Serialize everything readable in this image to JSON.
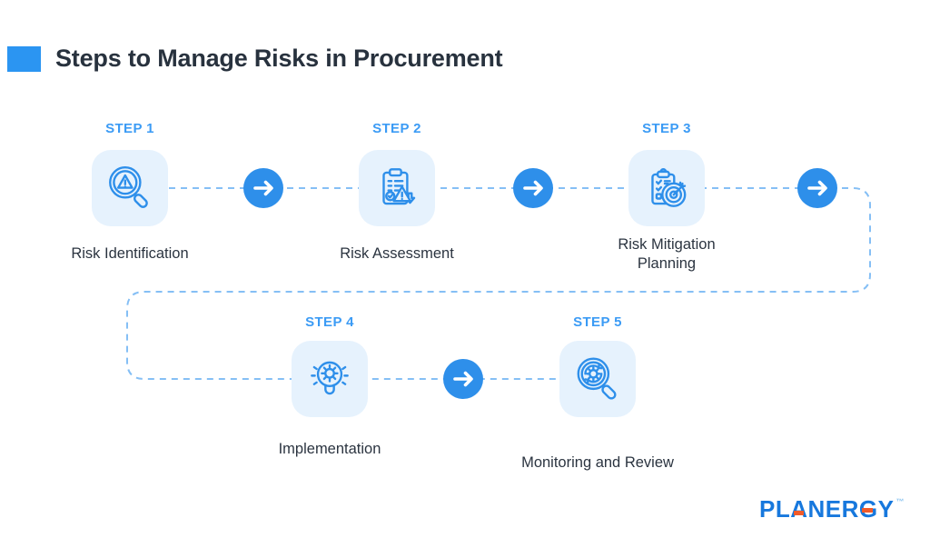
{
  "header": {
    "title": "Steps to Manage Risks in Procurement"
  },
  "steps": [
    {
      "step_label": "STEP 1",
      "name": "Risk Identification",
      "icon": "magnifier-warning-icon"
    },
    {
      "step_label": "STEP 2",
      "name": "Risk Assessment",
      "icon": "clipboard-warning-icon"
    },
    {
      "step_label": "STEP 3",
      "name": "Risk Mitigation Planning",
      "icon": "clipboard-target-icon"
    },
    {
      "step_label": "STEP 4",
      "name": "Implementation",
      "icon": "lightbulb-gear-icon"
    },
    {
      "step_label": "STEP 5",
      "name": "Monitoring and Review",
      "icon": "magnifier-refresh-icon"
    }
  ],
  "footer": {
    "logo_text": "PLANERGY",
    "trademark": "™"
  },
  "colors": {
    "accent_blue": "#2b95f2",
    "step_label_blue": "#3b9bf5",
    "arrow_fill": "#2e8fea",
    "icon_stroke": "#2e8fea",
    "icon_bg": "#e6f2fd",
    "dash_line": "#85bff5",
    "title_color": "#28323e",
    "name_color": "#2b3440",
    "logo_blue": "#1778dd",
    "logo_orange": "#f15b2a",
    "background": "#ffffff"
  }
}
